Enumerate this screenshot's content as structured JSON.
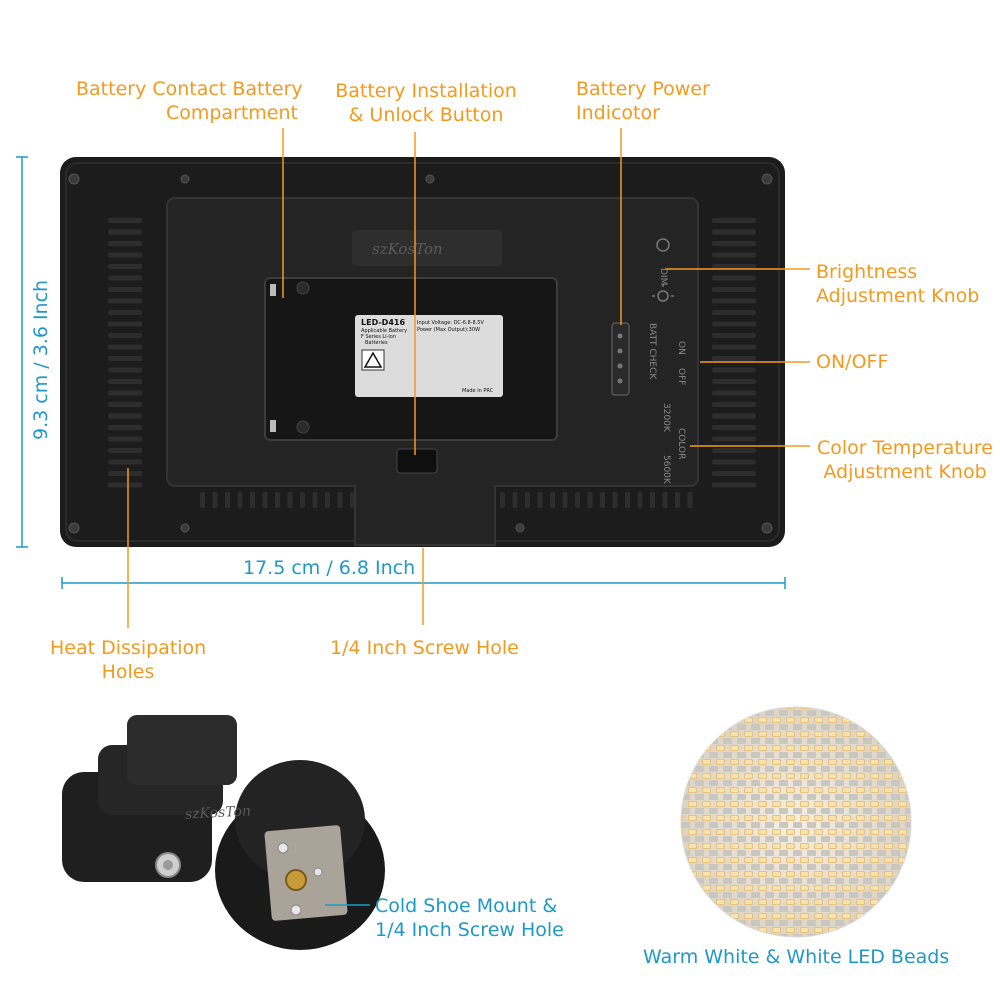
{
  "labels": {
    "battery_contact": [
      "Battery Contact Battery",
      "Compartment"
    ],
    "battery_install": [
      "Battery Installation",
      "& Unlock Button"
    ],
    "battery_power": [
      "Battery Power",
      "Indicotor"
    ],
    "brightness": [
      "Brightness",
      "Adjustment Knob"
    ],
    "on_off": "ON/OFF",
    "color_temp": [
      "Color Temperature",
      "Adjustment Knob"
    ],
    "heat": [
      "Heat Dissipation",
      "Holes"
    ],
    "screw_hole": "1/4 Inch Screw Hole",
    "cold_shoe": [
      "Cold Shoe Mount &",
      "1/4 Inch Screw Hole"
    ],
    "led_beads": "Warm White & White LED Beads"
  },
  "dimensions": {
    "width": "17.5 cm / 6.8 Inch",
    "height": "9.3 cm / 3.6 Inch"
  },
  "device": {
    "brand": "szKosTon",
    "model": "LED-D416",
    "sticker_lines": [
      "Input Voltage: DC-6.8-8.5V",
      "Applicable Battery",
      "F Series Li-ion",
      "Batteries",
      "Power (Max Output):30W",
      "Made in PRC"
    ],
    "switch_labels": {
      "dim": "DIM",
      "batt_check": "BATT CHECK",
      "on": "ON",
      "off": "OFF",
      "color": "COLOR",
      "k3200": "3200K",
      "k5600": "5600K"
    }
  },
  "colors": {
    "label_orange": "#F39A1E",
    "dimension_blue": "#1E98C8",
    "body_black": "#1c1c1c"
  }
}
